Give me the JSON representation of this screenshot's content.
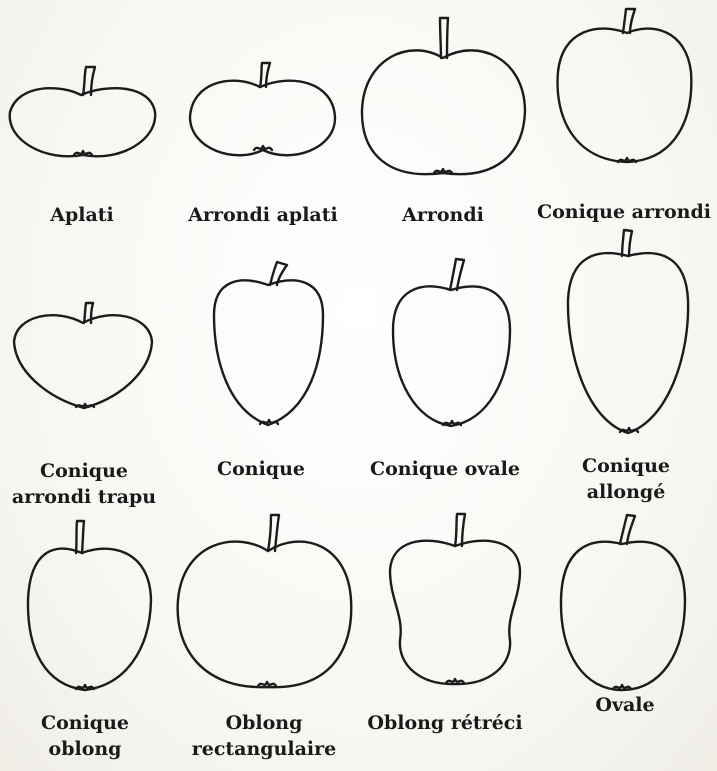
{
  "shapes": [
    {
      "id": "aplati",
      "lines": [
        "Aplati"
      ]
    },
    {
      "id": "arrondi-aplati",
      "lines": [
        "Arrondi aplati"
      ]
    },
    {
      "id": "arrondi",
      "lines": [
        "Arrondi"
      ]
    },
    {
      "id": "conique-arrondi",
      "lines": [
        "Conique arrondi"
      ]
    },
    {
      "id": "conique-arrondi-trapu",
      "lines": [
        "Conique",
        "arrondi trapu"
      ]
    },
    {
      "id": "conique",
      "lines": [
        "Conique"
      ]
    },
    {
      "id": "conique-ovale",
      "lines": [
        "Conique ovale"
      ]
    },
    {
      "id": "conique-allonge",
      "lines": [
        "Conique",
        "allongé"
      ]
    },
    {
      "id": "conique-oblong",
      "lines": [
        "Conique",
        "oblong"
      ]
    },
    {
      "id": "oblong-rectangulaire",
      "lines": [
        "Oblong",
        "rectangulaire"
      ]
    },
    {
      "id": "oblong-retreci",
      "lines": [
        "Oblong rétréci"
      ]
    },
    {
      "id": "ovale",
      "lines": [
        "Ovale"
      ]
    }
  ]
}
